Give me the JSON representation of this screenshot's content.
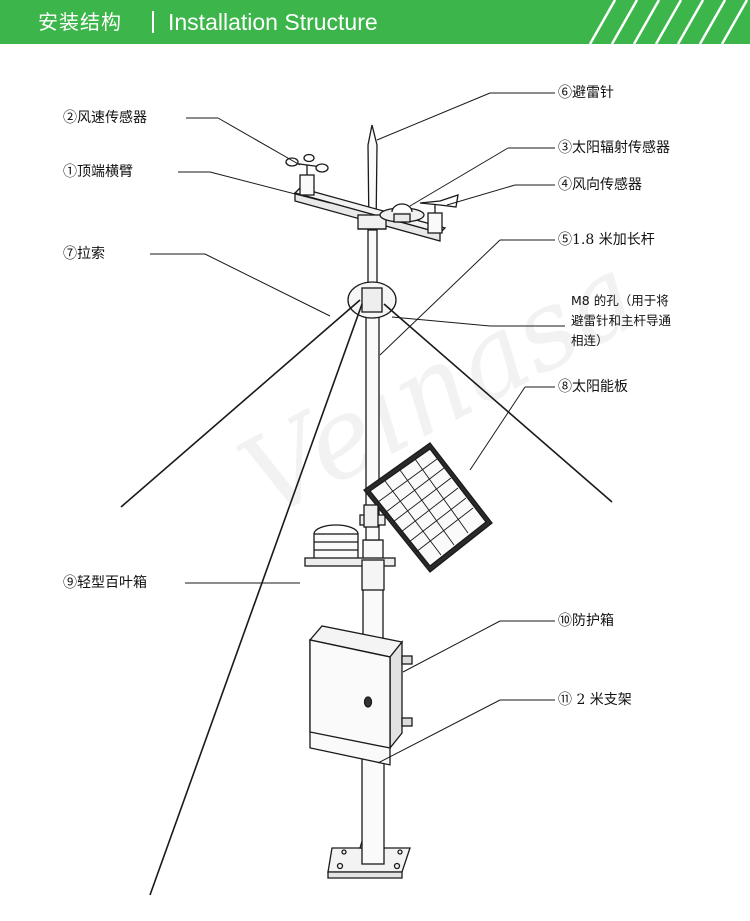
{
  "header": {
    "title_zh": "安装结构",
    "title_en": "Installation Structure"
  },
  "colors": {
    "accent": "#3cb54a",
    "line": "#1a1a1a"
  },
  "labels": {
    "lightning_rod": "⑥避雷针",
    "wind_speed_sensor": "②风速传感器",
    "solar_radiation_sensor": "③太阳辐射传感器",
    "top_crossarm": "①顶端横臂",
    "wind_direction_sensor": "④风向传感器",
    "guy_wire": "⑦拉索",
    "extension_pole": "⑤1.8 米加长杆",
    "m8_hole": "M8 的孔（用于将避雷针和主杆导通相连）",
    "solar_panel": "⑧太阳能板",
    "louver_box": "⑨轻型百叶箱",
    "protective_box": "⑩防护箱",
    "support_2m": "⑪ 2 米支架"
  },
  "watermark": "Veinasa"
}
